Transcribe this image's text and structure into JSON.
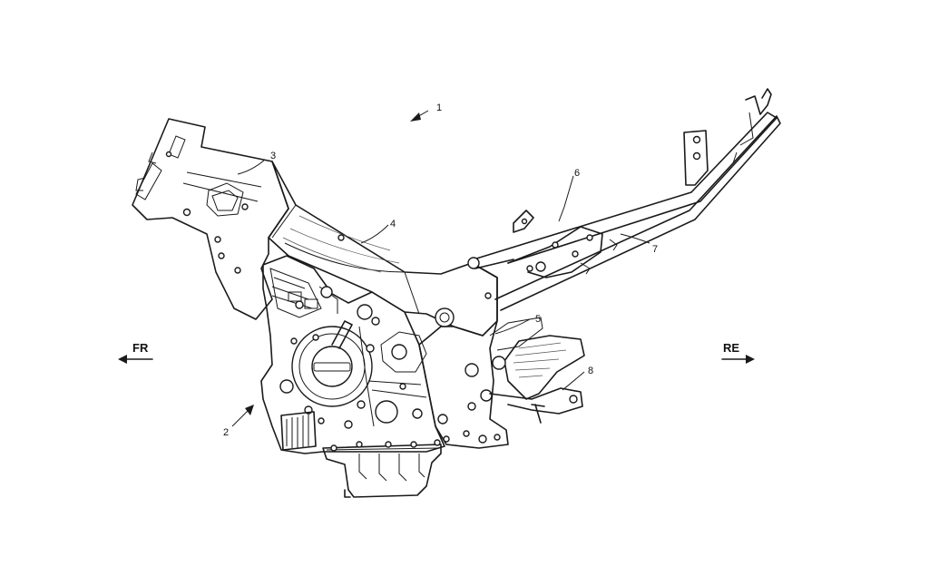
{
  "reference_numerals": {
    "n1": "1",
    "n2": "2",
    "n3": "3",
    "n4": "4",
    "n5": "5",
    "n6": "6",
    "n7": "7",
    "n8": "8"
  },
  "direction_labels": {
    "front": "FR",
    "rear": "RE"
  }
}
